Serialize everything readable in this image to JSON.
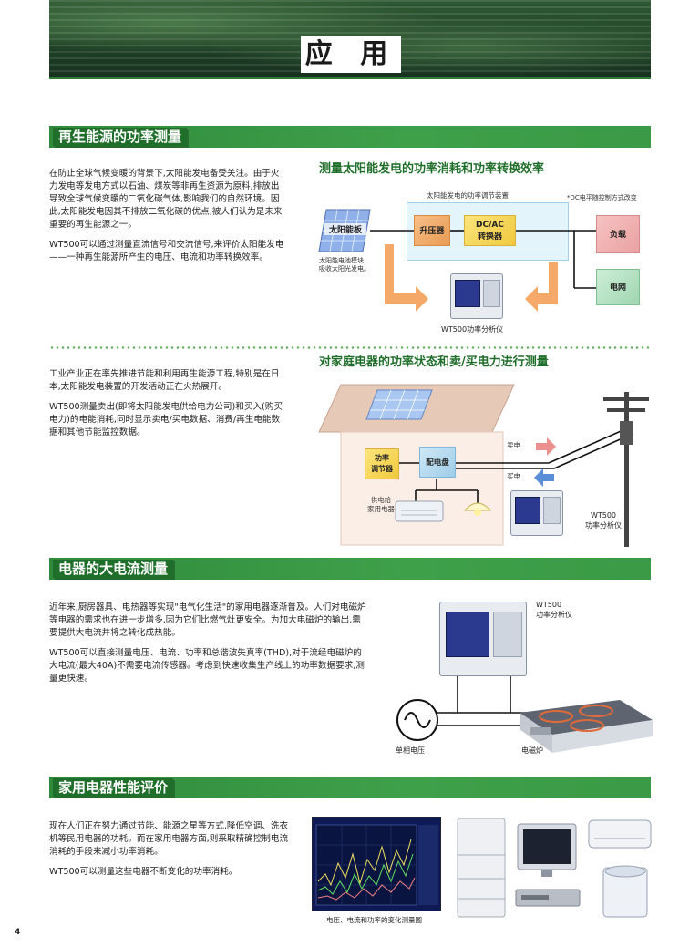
{
  "header": {
    "title": "应 用"
  },
  "page_number": "4",
  "section1": {
    "heading": "再生能源的功率测量",
    "para1": "在防止全球气候变暖的背景下,太阳能发电备受关注。由于火力发电等发电方式以石油、煤炭等非再生资源为原料,排放出导致全球气候变暖的二氧化碳气体,影响我们的自然环境。因此,太阳能发电因其不排放二氧化碳的优点,被人们认为是未来重要的再生能源之一。",
    "para2": "WT500可以通过测量直流信号和交流信号,来评价太阳能发电——一种再生能源所产生的电压、电流和功率转换效率。",
    "diagram": {
      "title": "测量太阳能发电的功率消耗和功率转换效率",
      "pcs_label": "太阳能发电的功率调节装置",
      "note": "*DC电平随控制方式改变",
      "panel": "太阳能板",
      "panel_note": "太阳能电池模块\n吸收太阳光发电。",
      "boost": "升压器",
      "dcac": "DC/AC\n转换器",
      "load": "负载",
      "grid": "电网",
      "analyzer_caption": "WT500功率分析仪"
    }
  },
  "section1b": {
    "para1": "工业产业正在率先推进节能和利用再生能源工程,特别是在日本,太阳能发电装置的开发活动正在火热展开。",
    "para2": "WT500测量卖出(即将太阳能发电供给电力公司)和买入(购买电力)的电能消耗,同时显示卖电/买电数据、消费/再生电能数据和其他节能监控数据。",
    "diagram": {
      "title": "对家庭电器的功率状态和卖/买电力进行测量",
      "pcs": "功率\n调节器",
      "distribution": "配电盘",
      "supply": "供电给\n家用电器",
      "sell": "卖电",
      "buy": "买电",
      "analyzer_caption": "WT500\n功率分析仪"
    }
  },
  "section2": {
    "heading": "电器的大电流测量",
    "para1": "近年来,厨房器具、电热器等实现\"电气化生活\"的家用电器逐渐普及。人们对电磁炉等电器的需求也在进一步增多,因为它们比燃气灶更安全。为加大电磁炉的输出,需要提供大电流并将之转化成热能。",
    "para2": "WT500可以直接测量电压、电流、功率和总谐波失真率(THD),对于流经电磁炉的大电流(最大40A)不需要电流传感器。考虑到快速收集生产线上的功率数据要求,测量更快速。",
    "diagram": {
      "analyzer_caption": "WT500\n功率分析仪",
      "source": "单相电压",
      "cooker": "电磁炉"
    }
  },
  "section3": {
    "heading": "家用电器性能评价",
    "para1": "现在人们正在努力通过节能、能源之星等方式,降低空调、洗衣机等民用电器的功耗。而在家用电器方面,则采取精确控制电流消耗的手段来减小功率消耗。",
    "para2": "WT500可以测量这些电器不断变化的功率消耗。",
    "chart_caption": "电压、电流和功率的变化测量图"
  },
  "colors": {
    "section_green": "#2e8b3a",
    "title_green": "#1f6e2a",
    "arrow_orange": "#f4a460",
    "sell_arrow": "#ec8f8f",
    "buy_arrow": "#5a8fd8"
  }
}
